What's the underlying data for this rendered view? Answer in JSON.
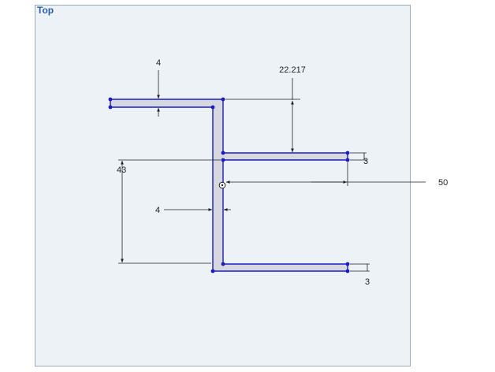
{
  "view": {
    "plane_label": "Top",
    "plane_fill": "#edf2f7",
    "plane_border": "#9aaab8",
    "label_color": "#2b5fb0"
  },
  "sketch": {
    "profile_fill": "#d6d8dc",
    "edge_color": "#1a1acc",
    "vertex_color": "#1a1acc",
    "dimension_color": "#222222"
  },
  "dimensions": {
    "top_flange_thickness": "4",
    "flange_offset": "22.217",
    "middle_flange_thickness": "3",
    "length": "50",
    "height": "43",
    "web_thickness": "4",
    "bottom_flange_thickness": "3"
  }
}
